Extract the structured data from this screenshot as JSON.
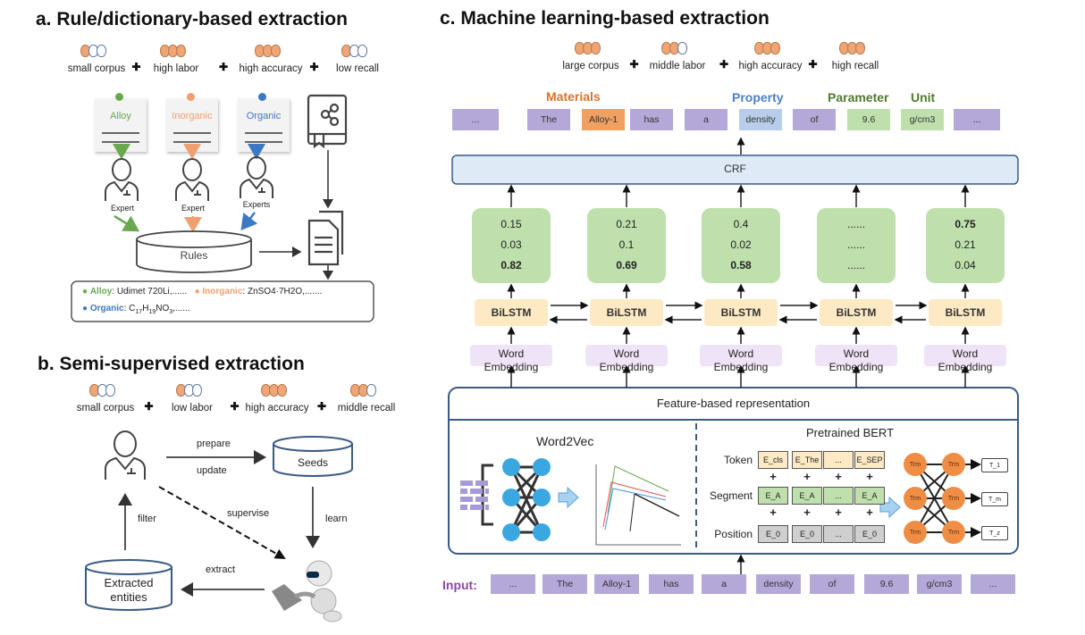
{
  "panel_a": {
    "title": "a. Rule/dictionary-based extraction",
    "costs": [
      {
        "label": "small corpus",
        "level": 1,
        "of": 3
      },
      {
        "label": "high labor",
        "level": 3,
        "of": 3
      },
      {
        "label": "high accuracy",
        "level": 3,
        "of": 3
      },
      {
        "label": "low recall",
        "level": 1,
        "of": 3
      }
    ],
    "notes": [
      {
        "label": "Alloy",
        "color": "#6aa84f"
      },
      {
        "label": "Inorganic",
        "color": "#f0a070"
      },
      {
        "label": "Organic",
        "color": "#3d78c4"
      }
    ],
    "experts": [
      "Expert",
      "Expert",
      "Experts"
    ],
    "rules_label": "Rules",
    "output": {
      "alloy_key": "Alloy",
      "alloy_value": ": Udimet 720Li,......",
      "inorganic_key": "Inorganic",
      "inorganic_value": ": ZnSO4·7H2O,.......",
      "organic_key": "Organic",
      "organic_value_prefix": ": C",
      "organic_sub1": "17",
      "organic_mid": "H",
      "organic_sub2": "19",
      "organic_mid2": "NO",
      "organic_sub3": "3",
      "organic_suffix": ",......"
    }
  },
  "panel_b": {
    "title": "b. Semi-supervised extraction",
    "costs": [
      {
        "label": "small corpus",
        "level": 1,
        "of": 3
      },
      {
        "label": "low labor",
        "level": 1,
        "of": 3
      },
      {
        "label": "high accuracy",
        "level": 3,
        "of": 3
      },
      {
        "label": "middle recall",
        "level": 2,
        "of": 3
      }
    ],
    "seeds_label": "Seeds",
    "extracted_label_1": "Extracted",
    "extracted_label_2": "entities",
    "edges": {
      "prepare": "prepare",
      "update": "update",
      "learn": "learn",
      "supervise": "supervise",
      "extract": "extract",
      "filter": "filter"
    }
  },
  "panel_c": {
    "title": "c. Machine learning-based extraction",
    "costs": [
      {
        "label": "large corpus",
        "level": 3,
        "of": 3
      },
      {
        "label": "middle labor",
        "level": 2,
        "of": 3
      },
      {
        "label": "high accuracy",
        "level": 3,
        "of": 3
      },
      {
        "label": "high recall",
        "level": 3,
        "of": 3
      }
    ],
    "categories": [
      {
        "label": "Materials",
        "color": "#d9742b"
      },
      {
        "label": "Property",
        "color": "#4a7fc7"
      },
      {
        "label": "Parameter",
        "color": "#4f7a2f"
      },
      {
        "label": "Unit",
        "color": "#4f7a2f"
      }
    ],
    "output_tokens": [
      {
        "text": "...",
        "type": "O"
      },
      {
        "text": "The",
        "type": "O"
      },
      {
        "text": "Alloy-1",
        "type": "Materials"
      },
      {
        "text": "has",
        "type": "O"
      },
      {
        "text": "a",
        "type": "O"
      },
      {
        "text": "density",
        "type": "Property"
      },
      {
        "text": "of",
        "type": "O"
      },
      {
        "text": "9.6",
        "type": "Parameter"
      },
      {
        "text": "g/cm3",
        "type": "Unit"
      },
      {
        "text": "...",
        "type": "O"
      }
    ],
    "crf_label": "CRF",
    "prob_boxes": [
      {
        "values": [
          "0.15",
          "0.03",
          "0.82"
        ],
        "bold_index": 2
      },
      {
        "values": [
          "0.21",
          "0.1",
          "0.69"
        ],
        "bold_index": 2
      },
      {
        "values": [
          "0.4",
          "0.02",
          "0.58"
        ],
        "bold_index": 2
      },
      {
        "values": [
          "......",
          "......",
          "......"
        ],
        "bold_index": -1
      },
      {
        "values": [
          "0.75",
          "0.21",
          "0.04"
        ],
        "bold_index": 0
      }
    ],
    "bilstm_label": "BiLSTM",
    "embedding_label_1": "Word",
    "embedding_label_2": "Embedding",
    "feature_title": "Feature-based representation",
    "word2vec_title": "Word2Vec",
    "bert": {
      "title": "Pretrained BERT",
      "row_labels": [
        "Token",
        "Segment",
        "Position"
      ],
      "token_row": [
        "E_cls",
        "E_The",
        "...",
        "E_SEP"
      ],
      "segment_row": [
        "E_A",
        "E_A",
        "...",
        "E_A"
      ],
      "position_row": [
        "E_0",
        "E_0",
        "...",
        "E_0"
      ],
      "trm_label": "Trm",
      "outputs": [
        "T_1",
        "T_m",
        "T_z"
      ]
    },
    "input_label": "Input:",
    "input_tokens": [
      "...",
      "The",
      "Alloy-1",
      "has",
      "a",
      "density",
      "of",
      "9.6",
      "g/cm3",
      "..."
    ]
  },
  "colors": {
    "battery_on": "#f2a574",
    "token_purple": "#b3a8d8",
    "materials_token": "#f0a060",
    "property_token": "#b7cdea",
    "param_token": "#bfe0ad",
    "crf_fill": "#deeaf6",
    "frame_blue": "#3b5a85",
    "input_purple": "#8e44ad"
  }
}
